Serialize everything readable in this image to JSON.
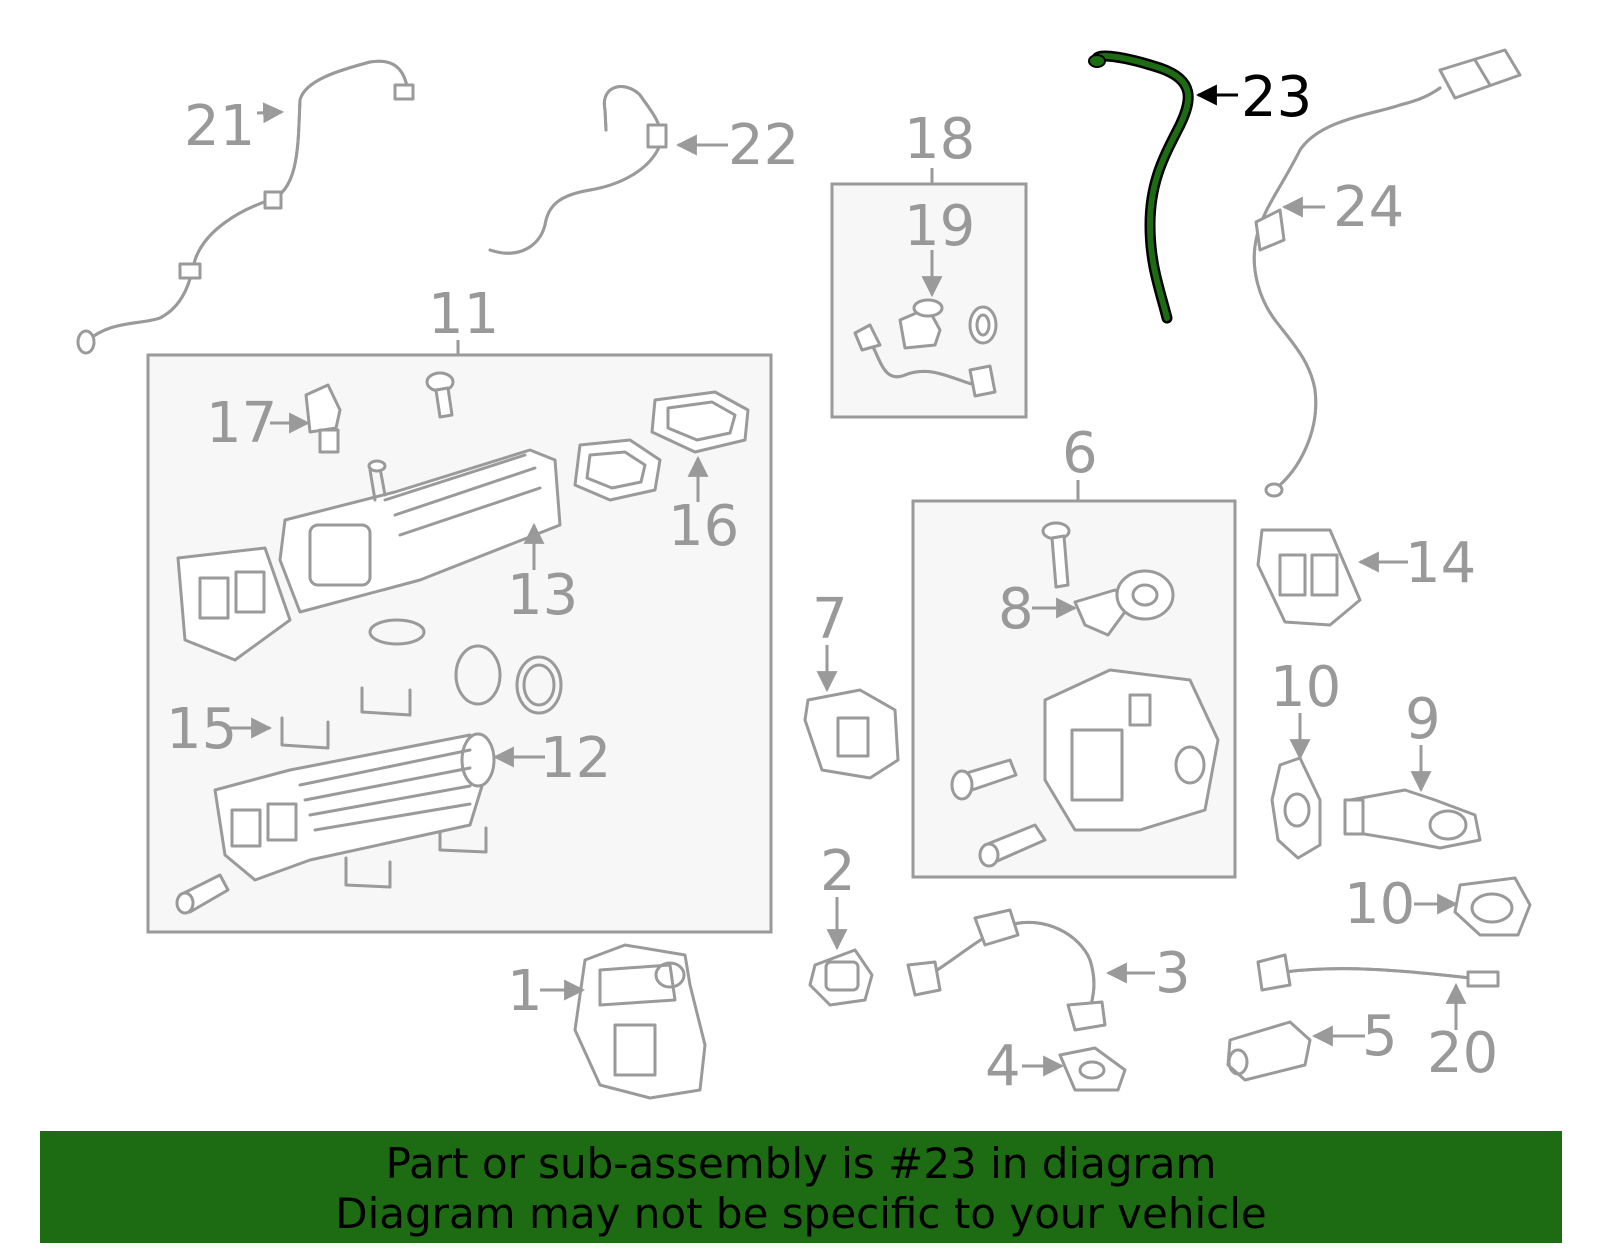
{
  "diagram": {
    "highlight_color": "#1d6b12",
    "callouts": {
      "c1": "1",
      "c2": "2",
      "c3": "3",
      "c4": "4",
      "c5": "5",
      "c6": "6",
      "c7": "7",
      "c8": "8",
      "c9": "9",
      "c10a": "10",
      "c10b": "10",
      "c11": "11",
      "c12": "12",
      "c13": "13",
      "c14": "14",
      "c15": "15",
      "c16": "16",
      "c17": "17",
      "c18": "18",
      "c19": "19",
      "c20": "20",
      "c21": "21",
      "c22": "22",
      "c23": "23",
      "c24": "24"
    }
  },
  "banner": {
    "line1": "Part or sub-assembly is #23 in diagram",
    "line2": "Diagram may not be specific to your vehicle",
    "color": "#1d6b12"
  }
}
